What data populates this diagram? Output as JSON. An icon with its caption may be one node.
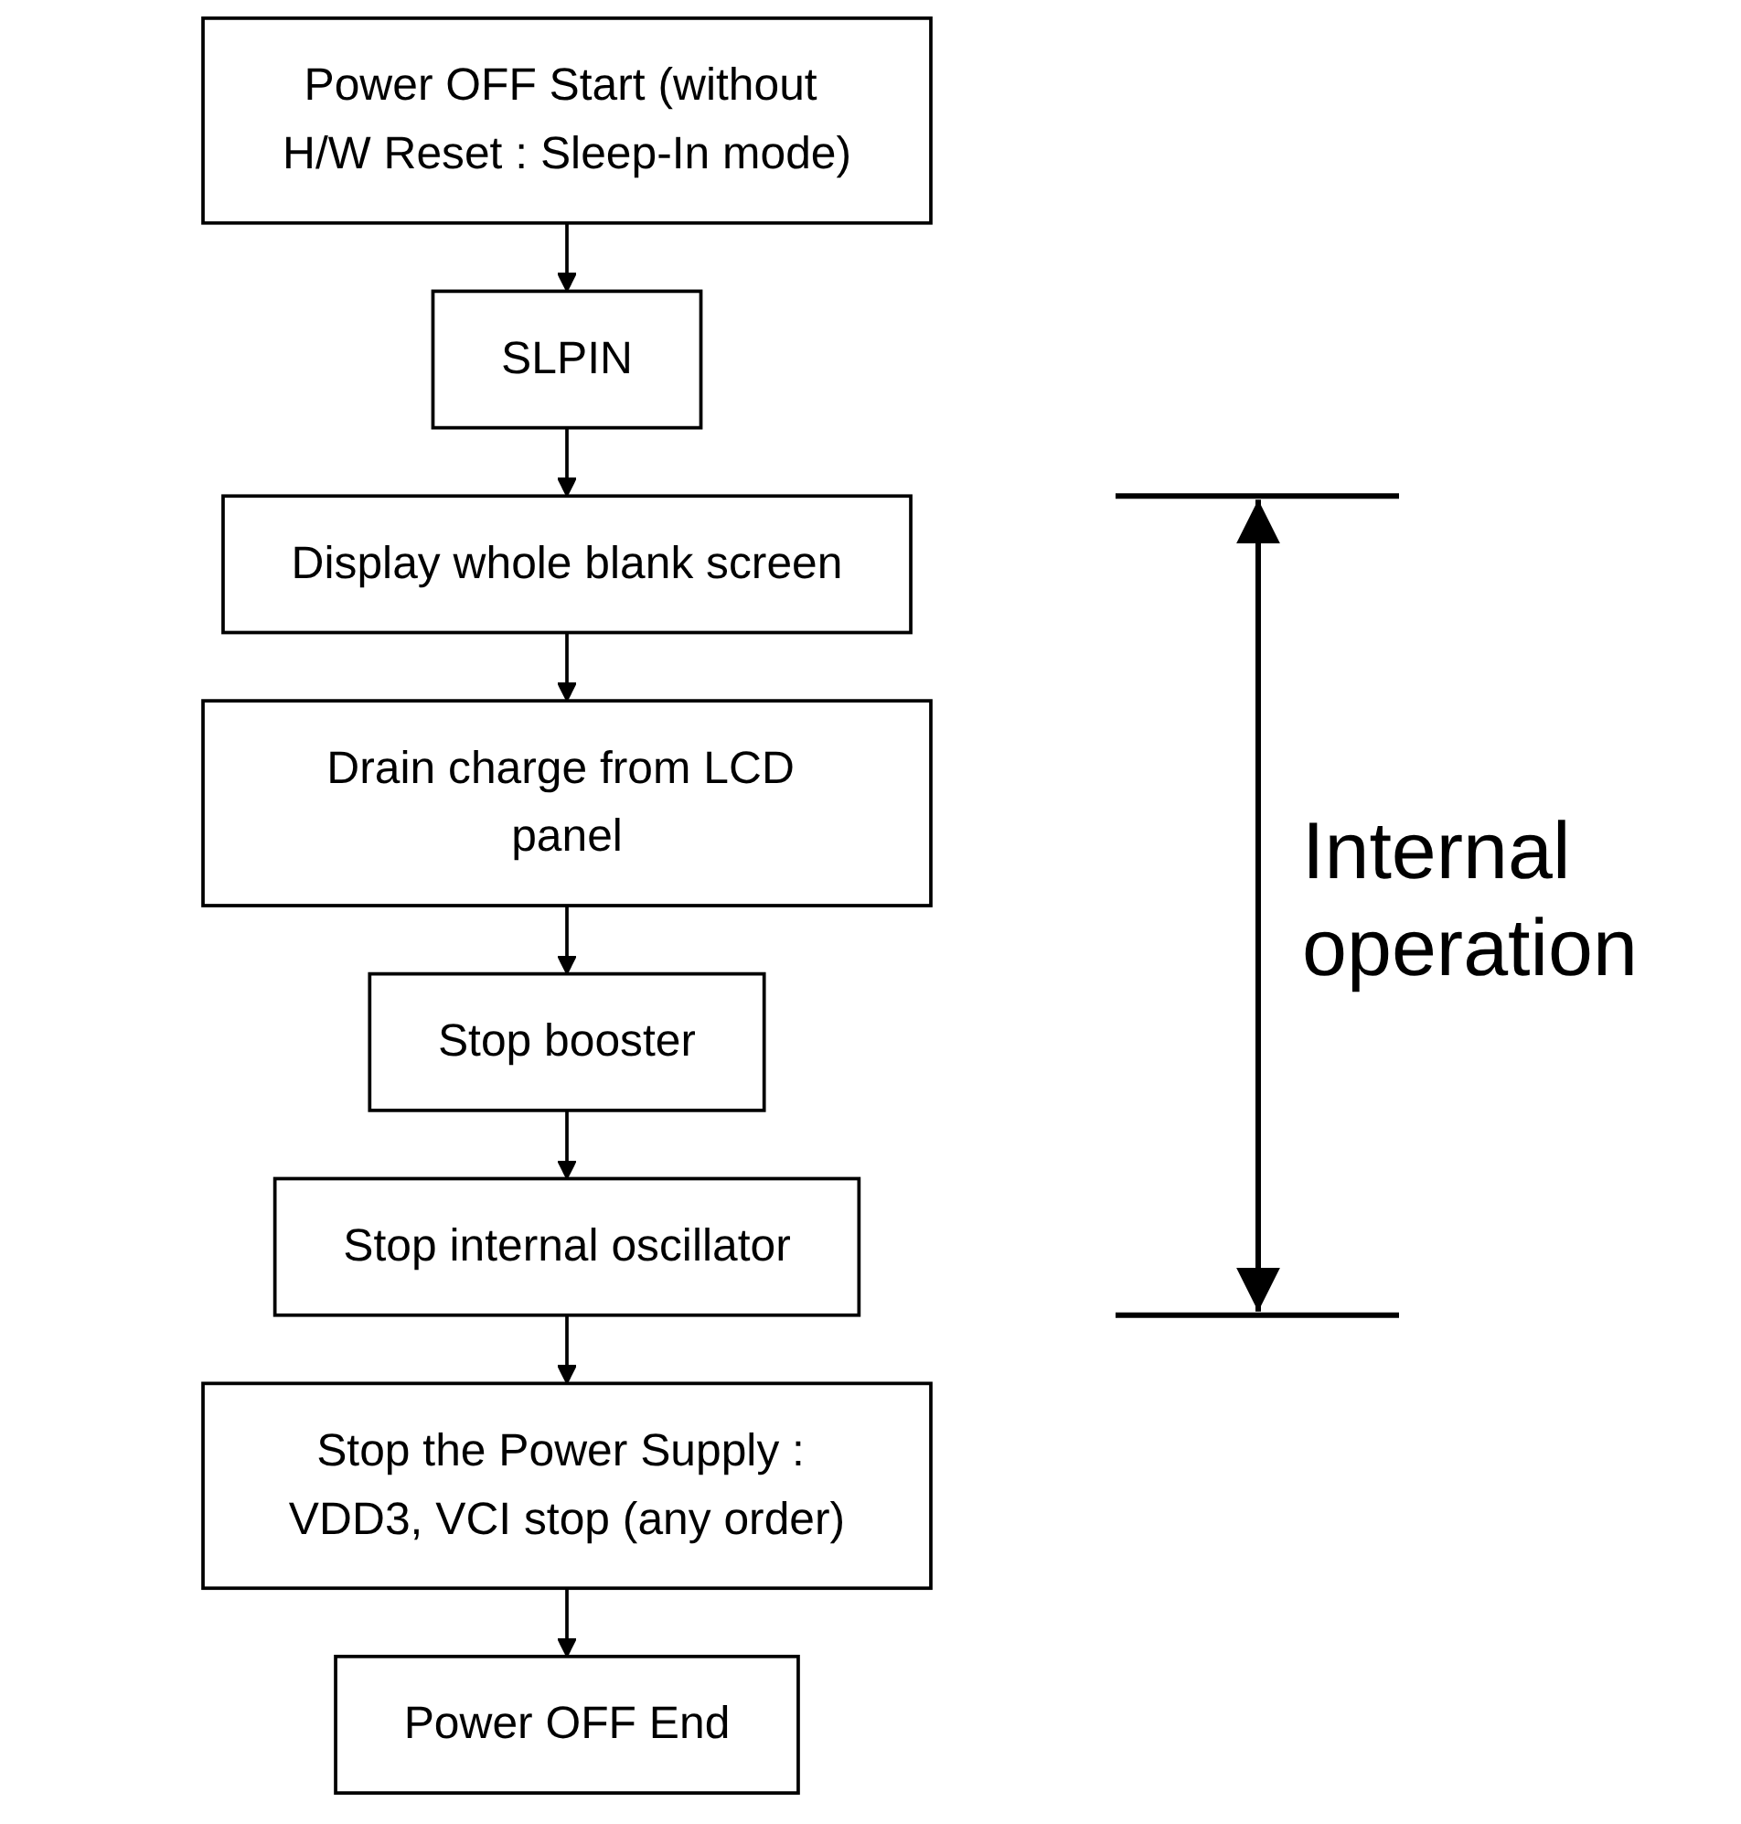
{
  "diagram": {
    "nodes": [
      {
        "text": [
          "Power OFF Start (without H/W Reset : Sleep-In mode)"
        ]
      },
      {
        "text": [
          "SLPIN"
        ]
      },
      {
        "text": [
          "Display whole blank screen"
        ]
      },
      {
        "text": [
          "Drain charge from LCD panel"
        ]
      },
      {
        "text": [
          "Stop booster"
        ]
      },
      {
        "text": [
          "Stop internal oscillator"
        ]
      },
      {
        "text": [
          "Stop the Power Supply : VDD3, VCI stop (any order)"
        ]
      },
      {
        "text": [
          "Power OFF End"
        ]
      }
    ],
    "edges": [
      {
        "from": 0,
        "to": 1,
        "arrow": "to"
      },
      {
        "from": 1,
        "to": 2,
        "arrow": "to"
      },
      {
        "from": 2,
        "to": 3,
        "arrow": "to"
      },
      {
        "from": 3,
        "to": 4,
        "arrow": "to"
      },
      {
        "from": 4,
        "to": 5,
        "arrow": "to"
      },
      {
        "from": 5,
        "to": 6,
        "arrow": "to"
      },
      {
        "from": 6,
        "to": 7,
        "arrow": "to"
      }
    ],
    "labels": [
      "Internal operation"
    ]
  }
}
